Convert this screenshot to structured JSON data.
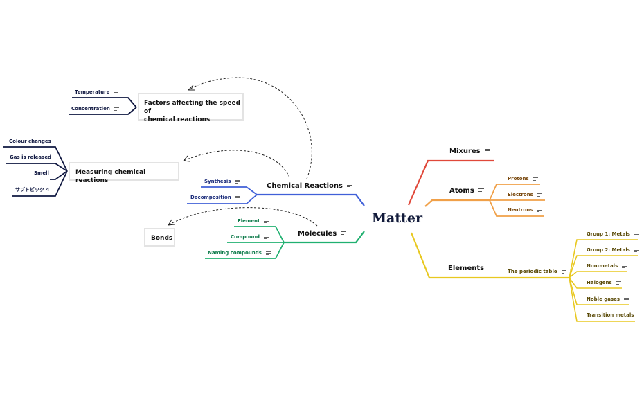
{
  "root": {
    "label": "Matter"
  },
  "branches": {
    "mixures": {
      "label": "Mixures",
      "color": "#e0483a"
    },
    "atoms": {
      "label": "Atoms",
      "color": "#f0a048",
      "children": [
        "Protons",
        "Electrons",
        "Neutrons"
      ]
    },
    "elements": {
      "label": "Elements",
      "color": "#e8c820",
      "child": "The periodic table",
      "grandchildren": [
        "Group 1: Metals",
        "Group 2: Metals",
        "Non-metals",
        "Halogens",
        "Noble gases",
        "Transition metals"
      ]
    },
    "chemical_reactions": {
      "label": "Chemical Reactions",
      "color": "#4060d8",
      "children": [
        "Synthesis",
        "Decomposition"
      ]
    },
    "molecules": {
      "label": "Molecules",
      "color": "#20b070",
      "children": [
        "Element",
        "Compound",
        "Naming compounds"
      ]
    }
  },
  "floating": {
    "factors": {
      "label_line1": "Factors affecting the speed of",
      "label_line2": "chemical reactions",
      "children": [
        "Temperature",
        "Concentration"
      ]
    },
    "measuring": {
      "label": "Measuring chemical reactions",
      "children": [
        "Colour changes",
        "Gas is released",
        "Smell",
        "サブトピック 4"
      ]
    },
    "bonds": {
      "label": "Bonds"
    }
  },
  "colors": {
    "navy": "#0f1740",
    "relation": "#222222",
    "box_border": "#e3e3e3"
  }
}
